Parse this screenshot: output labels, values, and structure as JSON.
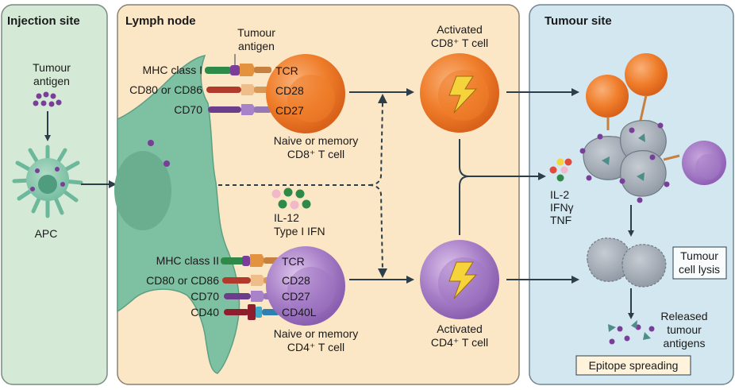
{
  "panels": {
    "injection": "Injection site",
    "lymph": "Lymph node",
    "tumour": "Tumour site"
  },
  "injection_site": {
    "antigen_line1": "Tumour",
    "antigen_line2": "antigen",
    "apc": "APC"
  },
  "lymph_node": {
    "tumour_antigen_line1": "Tumour",
    "tumour_antigen_line2": "antigen",
    "top_receptors": [
      "MHC class I",
      "CD80 or CD86",
      "CD70"
    ],
    "top_ligands": [
      "TCR",
      "CD28",
      "CD27"
    ],
    "naive_cd8_line1": "Naive or memory",
    "naive_cd8_line2": "CD8⁺ T cell",
    "cytokine1": "IL-12",
    "cytokine2": "Type I IFN",
    "bottom_receptors": [
      "MHC class II",
      "CD80 or CD86",
      "CD70",
      "CD40"
    ],
    "bottom_ligands": [
      "TCR",
      "CD28",
      "CD27",
      "CD40L"
    ],
    "naive_cd4_line1": "Naive or memory",
    "naive_cd4_line2": "CD4⁺ T cell",
    "activated_cd8_line1": "Activated",
    "activated_cd8_line2": "CD8⁺ T cell",
    "activated_cd4_line1": "Activated",
    "activated_cd4_line2": "CD4⁺ T cell"
  },
  "tumour_site": {
    "cytokines": [
      "IL-2",
      "IFNγ",
      "TNF"
    ],
    "lysis_line1": "Tumour",
    "lysis_line2": "cell lysis",
    "released_line1": "Released",
    "released_line2": "tumour",
    "released_line3": "antigens",
    "epitope_spreading": "Epitope spreading"
  },
  "colors": {
    "injection_bg": "#d4ead6",
    "lymph_bg": "#fbe6c6",
    "tumour_bg": "#d3e7f0",
    "apc_green": "#6bb89a",
    "cd8_orange": "#ef7d2a",
    "cd4_purple": "#a06cc0",
    "tumour_grey": "#9aa3ad",
    "antigen_purple": "#7a3d99"
  }
}
